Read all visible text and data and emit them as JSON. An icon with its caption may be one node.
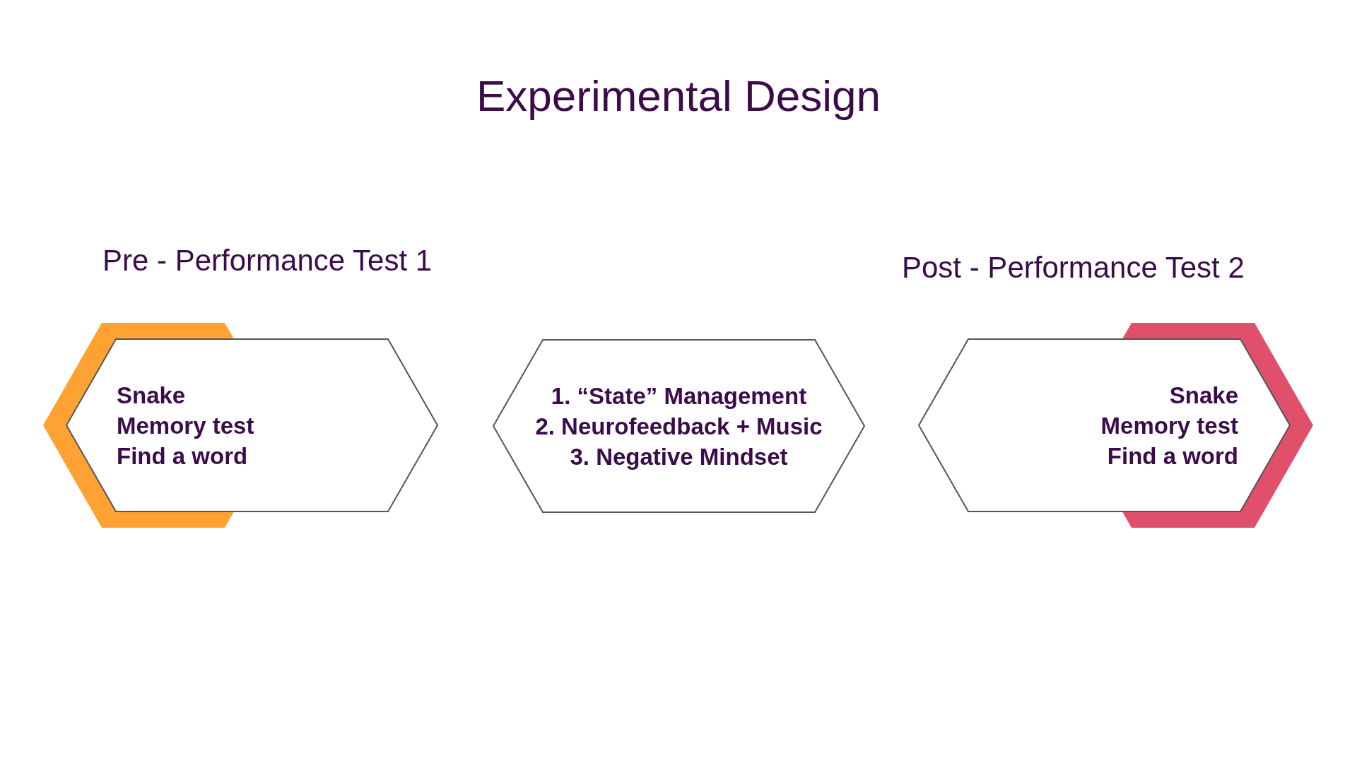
{
  "diagram": {
    "title": "Experimental Design",
    "nodes": [
      {
        "text": [
          "Pre - Performance Test 1",
          "Snake",
          "Memory test",
          "Find a word"
        ]
      },
      {
        "text": [
          "1. “State” Management",
          "2. Neurofeedback + Music",
          "3. Negative Mindset"
        ]
      },
      {
        "text": [
          "Post - Performance Test 2",
          "Snake",
          "Memory test",
          "Find a word"
        ]
      }
    ]
  }
}
